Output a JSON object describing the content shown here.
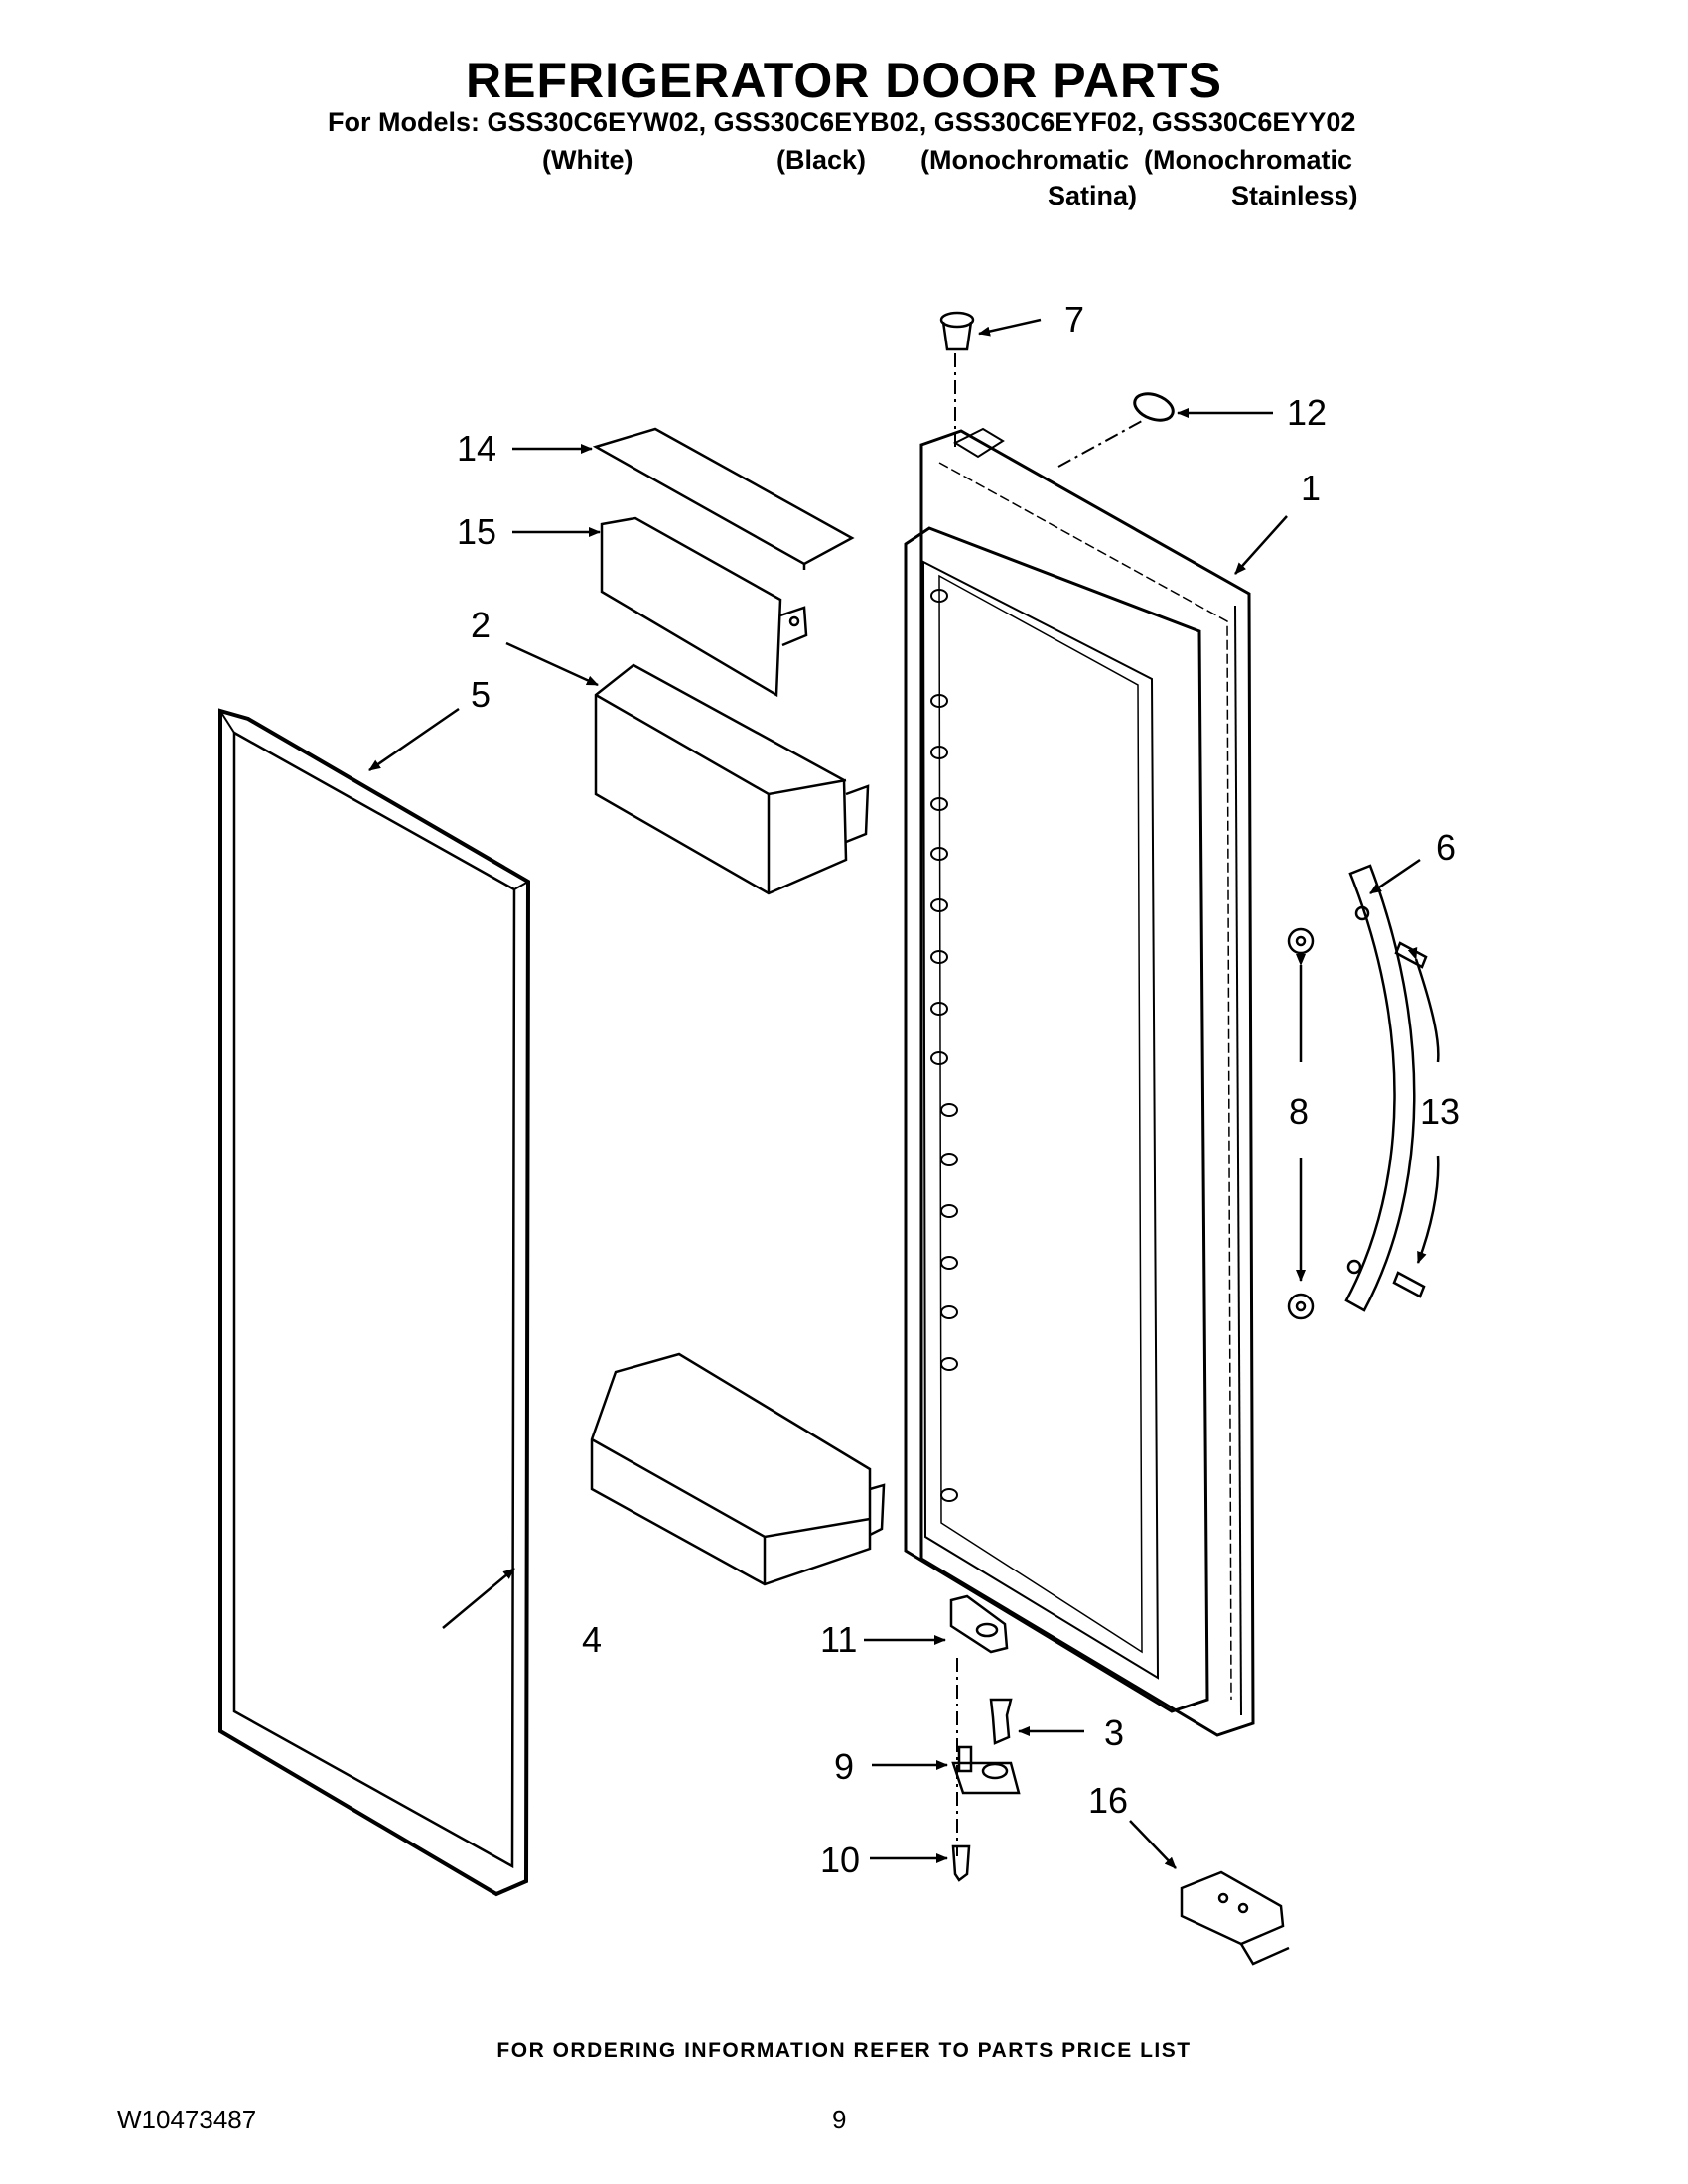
{
  "header": {
    "title": "REFRIGERATOR DOOR PARTS",
    "models_line": "For Models: GSS30C6EYW02, GSS30C6EYB02, GSS30C6EYF02, GSS30C6EYY02",
    "variants": {
      "white": "(White)",
      "black": "(Black)",
      "mono_satina_1": "(Monochromatic",
      "mono_satina_2": "Satina)",
      "mono_stainless_1": "(Monochromatic",
      "mono_stainless_2": "Stainless)"
    }
  },
  "callouts": [
    "7",
    "12",
    "1",
    "14",
    "15",
    "2",
    "5",
    "6",
    "8",
    "13",
    "4",
    "11",
    "3",
    "9",
    "16",
    "10"
  ],
  "footer": {
    "order_note": "FOR ORDERING INFORMATION REFER TO PARTS PRICE LIST",
    "doc_number": "W10473487",
    "page_number": "9"
  }
}
